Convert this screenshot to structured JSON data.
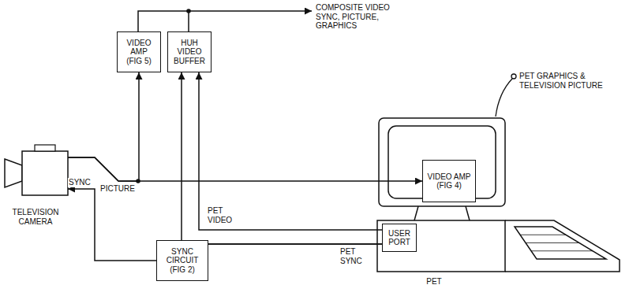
{
  "diagram": {
    "nodes": [
      {
        "text": [
          "VIDEO AMP (FIG 5)"
        ]
      },
      {
        "text": [
          "HUH VIDEO BUFFER"
        ]
      },
      {
        "text": [
          "TELEVISION CAMERA"
        ]
      },
      {
        "text": [
          "PET"
        ]
      },
      {
        "text": [
          "VIDEO AMP (FIG 4)"
        ],
        "in": 3
      },
      {
        "text": [
          "USER PORT"
        ],
        "in": 3
      },
      {
        "text": [
          "SYNC CIRCUIT (FIG 2)"
        ]
      }
    ],
    "edges": [
      {
        "from": 2,
        "to": 0,
        "arrow": "to"
      },
      {
        "from": 2,
        "to": 4,
        "arrow": "to",
        "label": "PICTURE"
      },
      {
        "from": 6,
        "to": 2,
        "arrow": "to",
        "label": "SYNC"
      },
      {
        "from": 5,
        "to": 6,
        "arrow": "to",
        "label": "PET SYNC"
      },
      {
        "from": 5,
        "to": 1,
        "arrow": "to"
      },
      {
        "from": 5,
        "to": 1,
        "arrow": "to",
        "label": "PET VIDEO"
      }
    ],
    "labels": [
      "COMPOSITE VIDEO SYNC, PICTURE, GRAPHICS",
      "PET GRAPHICS & TELEVISION PICTURE"
    ]
  }
}
